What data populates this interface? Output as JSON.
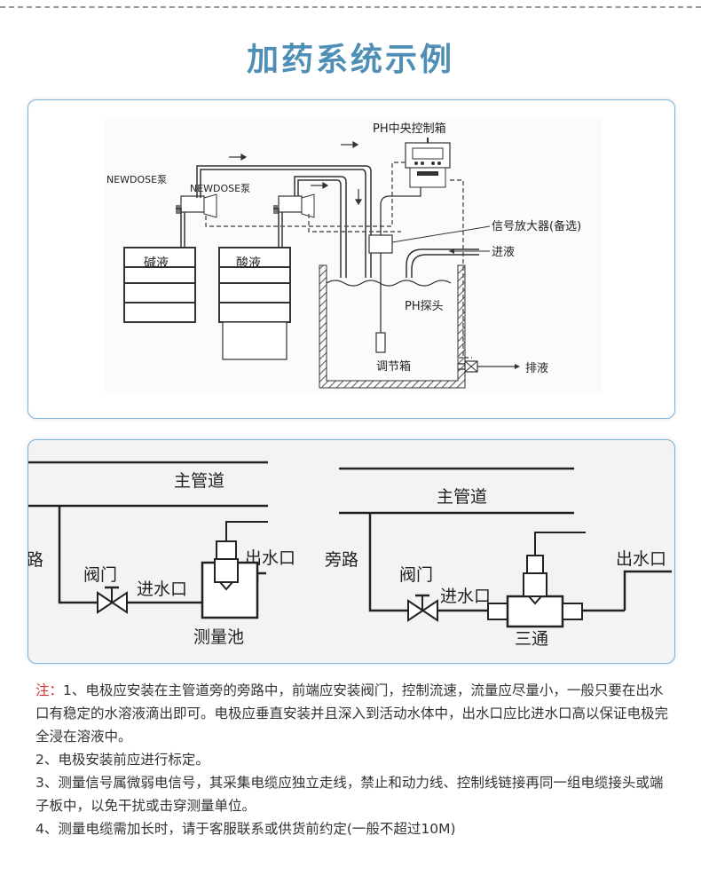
{
  "title": "加药系统示例",
  "diagram_top": {
    "ph_controller_label": "PH中央控制箱",
    "pump_left_label": "NEWDOSE泵",
    "pump_right_label": "NEWDOSE泵",
    "tank_alkali_label": "碱液",
    "tank_acid_label": "酸液",
    "amplifier_label": "信号放大器(备选)",
    "inlet_label": "进液",
    "probe_label": "PH探头",
    "tank_label": "调节箱",
    "drain_label": "排液"
  },
  "diagram_bottom": {
    "left": {
      "main_pipe_label": "主管道",
      "bypass_label": "路",
      "valve_label": "阀门",
      "inlet_label": "进水口",
      "outlet_label": "出水口",
      "pool_label": "测量池"
    },
    "right": {
      "main_pipe_label": "主管道",
      "bypass_label": "旁路",
      "valve_label": "阀门",
      "inlet_label": "进水口",
      "outlet_label": "出水口",
      "tee_label": "三通"
    }
  },
  "notes": {
    "prefix": "注：",
    "item1": "1、电极应安装在主管道旁的旁路中，前端应安装阀门，控制流速，流量应尽量小，一般只要在出水口有稳定的水溶液滴出即可。电极应垂直安装并且深入到活动水体中，出水口应比进水口高以保证电极完全浸在溶液中。",
    "item2": "2、电极安装前应进行标定。",
    "item3": "3、测量信号属微弱电信号，其采集电缆应独立走线，禁止和动力线、控制线链接再同一组电缆接头或端子板中，以免干扰或击穿测量单位。",
    "item4": "4、测量电缆需加长时，请于客服联系或供货前约定(一般不超过10M)"
  },
  "colors": {
    "title": "#4f8fb5",
    "panel_border": "#7fb2d3",
    "note_prefix": "#d8322b"
  }
}
